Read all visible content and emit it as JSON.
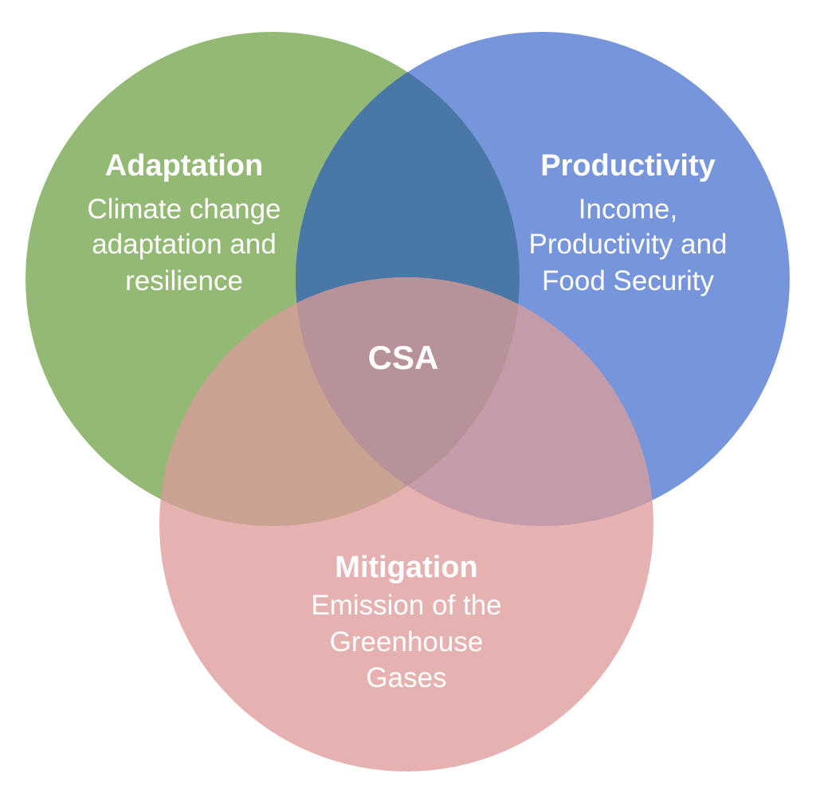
{
  "diagram": {
    "type": "venn",
    "colors": {
      "adaptation": "#8DB56E",
      "productivity": "#6F8FD8",
      "mitigation": "#E3A6A6",
      "text": "#FFFFFF"
    },
    "sets": [
      {
        "key": "adaptation",
        "title": "Adaptation",
        "lines": [
          "Climate change",
          "adaptation and",
          "resilience"
        ]
      },
      {
        "key": "productivity",
        "title": "Productivity",
        "lines": [
          "Income,",
          "Productivity and",
          "Food Security"
        ]
      },
      {
        "key": "mitigation",
        "title": "Mitigation",
        "lines": [
          "Emission of the",
          "Greenhouse",
          "Gases"
        ]
      }
    ],
    "center_label": "CSA"
  }
}
